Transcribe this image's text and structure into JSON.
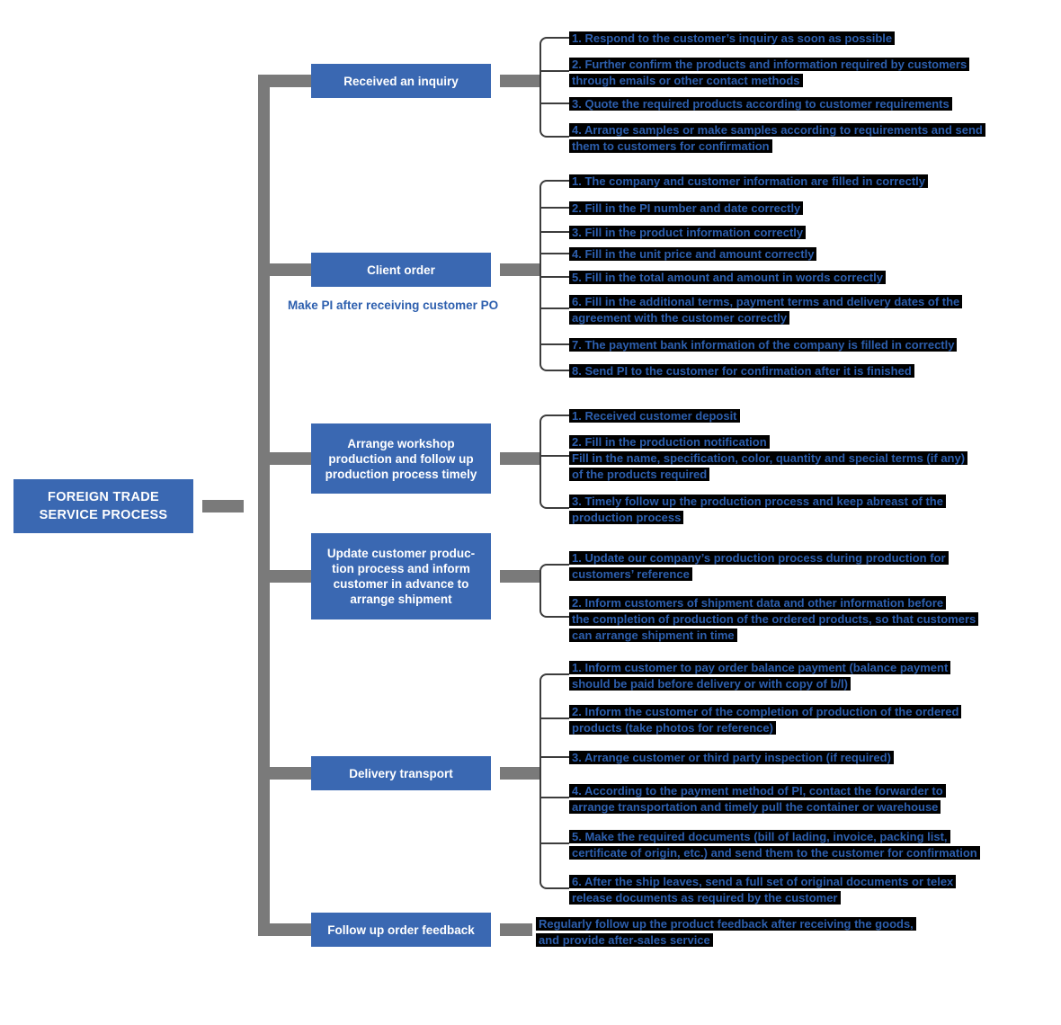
{
  "colors": {
    "node_blue": "#3a68b2",
    "connector_gray": "#7a7a7a",
    "bracket_dark": "#3c3c3c",
    "step_text_blue": "#2d5fae",
    "step_highlight": "#000000"
  },
  "root": {
    "label": "FOREIGN TRADE\nSERVICE PROCESS"
  },
  "branches": [
    {
      "label": "Received an inquiry",
      "items": [
        "1. Respond to the customer’s inquiry as soon as possible",
        "2. Further confirm the products and information required by customers\nthrough emails or other contact methods",
        "3. Quote the required products according to customer requirements",
        "4. Arrange samples or make samples according to requirements and send\nthem to customers for confirmation"
      ]
    },
    {
      "label": "Client order",
      "note": "Make PI after receiving customer PO",
      "items": [
        "1. The company and customer information are filled in correctly",
        "2. Fill in the PI number and date correctly",
        "3. Fill in the product information correctly",
        "4. Fill in the unit price and amount correctly",
        "5. Fill in the total amount and amount in words correctly",
        "6. Fill in the additional terms, payment terms and delivery dates of the\nagreement with the customer correctly",
        "7. The payment bank information of the company is filled in correctly",
        "8. Send PI to the customer for confirmation after it is finished"
      ]
    },
    {
      "label": "Arrange workshop\nproduction and follow up\nproduction process timely",
      "items": [
        "1. Received customer deposit",
        "2. Fill in the production notification\nFill in the name, specification, color, quantity and special terms (if any)\nof the products required",
        "3. Timely follow up the production process and keep abreast of the\nproduction process"
      ]
    },
    {
      "label": "Update customer produc-\ntion process and inform\ncustomer in advance to\narrange shipment",
      "items": [
        "1. Update our company’s production process during production for\ncustomers’ reference",
        "2. Inform customers of shipment data and other information before\nthe completion of production of the ordered products, so that customers\ncan arrange shipment in time"
      ]
    },
    {
      "label": "Delivery transport",
      "items": [
        "1. Inform customer to pay order balance payment (balance payment\nshould be paid before delivery or with copy of b/l)",
        "2. Inform the customer of the completion of production of the ordered\nproducts (take photos for reference)",
        "3. Arrange customer or third party inspection (if required)",
        "4. According to the payment method of PI, contact the forwarder to\narrange transportation and timely pull the container or warehouse",
        "5. Make the required documents (bill of lading, invoice, packing list,\ncertificate of origin, etc.) and send them to the customer for confirmation",
        "6. After the ship leaves, send a full set of original documents or telex\nrelease documents as required by the customer"
      ]
    },
    {
      "label": "Follow up order feedback",
      "items": [
        "Regularly follow up the product feedback after receiving the goods,\nand provide after-sales service"
      ]
    }
  ]
}
